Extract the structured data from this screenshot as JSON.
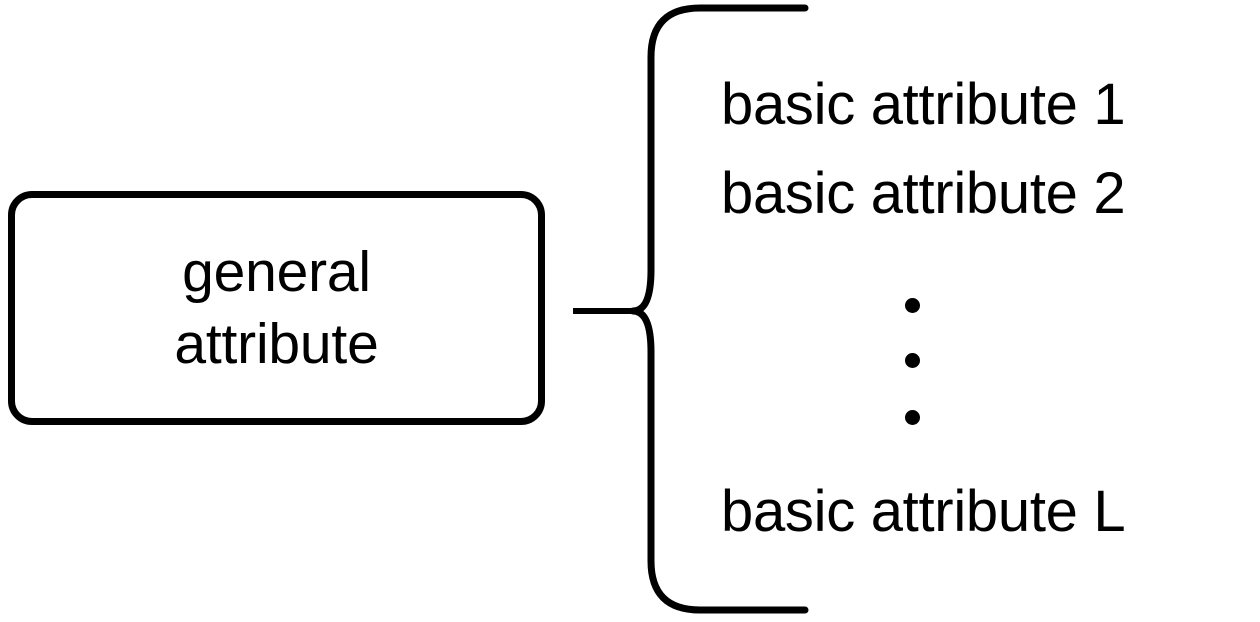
{
  "diagram": {
    "type": "brace-expansion-diagram",
    "colors": {
      "stroke": "#000000",
      "background": "#ffffff",
      "text": "#000000"
    },
    "general_node": {
      "line1": "general",
      "line2": "attribute"
    },
    "connector": {
      "name": "horizontal-connector-line"
    },
    "brace": {
      "name": "right-curly-brace",
      "orientation": "opens-right"
    },
    "basic_attributes": [
      {
        "label": "basic attribute 1"
      },
      {
        "label": "basic attribute 2"
      },
      {
        "label": "basic attribute L"
      }
    ],
    "ellipsis": {
      "name": "vertical-ellipsis",
      "dots": 3
    }
  }
}
